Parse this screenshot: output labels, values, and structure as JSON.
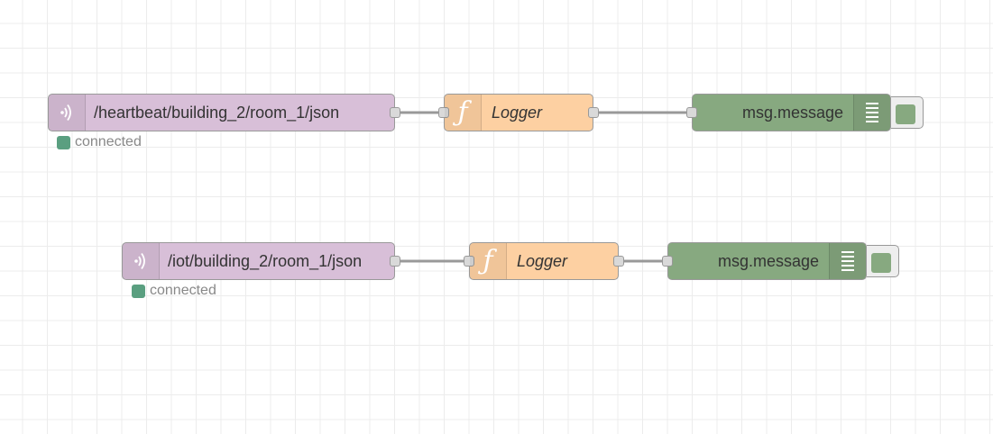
{
  "colors": {
    "mqtt_in": "#d8bfd8",
    "function": "#fdd0a2",
    "debug": "#87a980",
    "status_connected": "#5a9f80",
    "wire": "#999999"
  },
  "flows": [
    {
      "mqtt_in": {
        "topic": "/heartbeat/building_2/room_1/json",
        "icon": "bridge-icon"
      },
      "status": {
        "text": "connected"
      },
      "function": {
        "name": "Logger",
        "icon": "function-icon"
      },
      "debug": {
        "label": "msg.message",
        "icon": "list-icon"
      }
    },
    {
      "mqtt_in": {
        "topic": "/iot/building_2/room_1/json",
        "icon": "bridge-icon"
      },
      "status": {
        "text": "connected"
      },
      "function": {
        "name": "Logger",
        "icon": "function-icon"
      },
      "debug": {
        "label": "msg.message",
        "icon": "list-icon"
      }
    }
  ]
}
